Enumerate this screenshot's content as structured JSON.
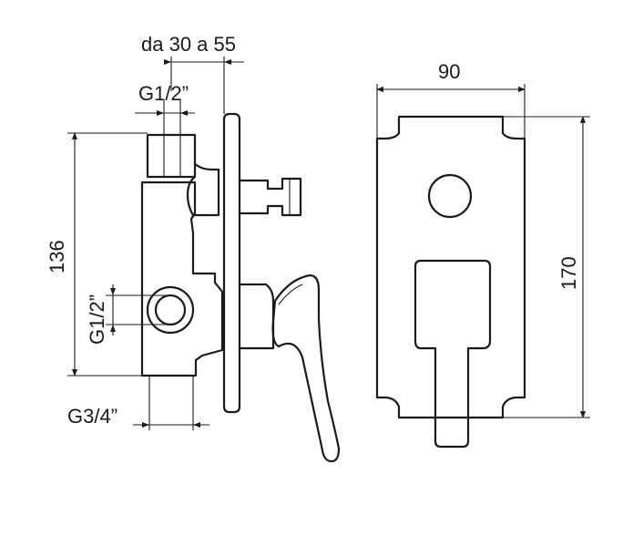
{
  "dimensions": {
    "depth_range": "da 30 a 55",
    "top_inlet": "G1/2”",
    "side_outlet": "G1/2”",
    "bottom_inlet": "G3/4”",
    "body_height": "136",
    "plate_width": "90",
    "plate_height": "170"
  },
  "icons": [
    "side-view-mixer",
    "front-view-cover-plate"
  ]
}
